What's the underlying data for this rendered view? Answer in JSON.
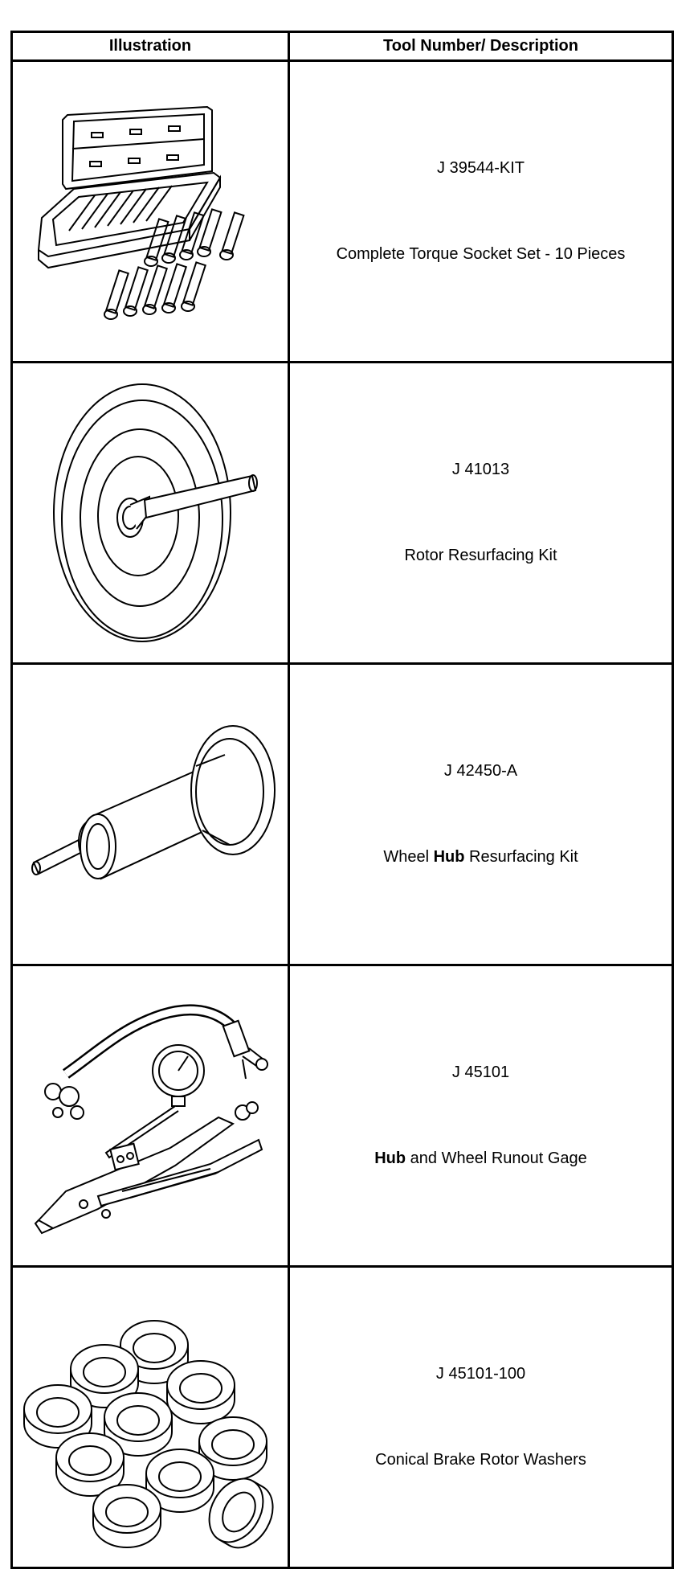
{
  "table": {
    "headers": {
      "illustration": "Illustration",
      "tool": "Tool Number/ Description"
    },
    "rows": [
      {
        "tool_number": "J 39544-KIT",
        "description_parts": [
          "Complete Torque Socket Set - 10 Pieces"
        ],
        "icon": "torque-socket-set-icon"
      },
      {
        "tool_number": "J 41013",
        "description_parts": [
          "Rotor Resurfacing Kit"
        ],
        "icon": "rotor-resurfacing-kit-icon"
      },
      {
        "tool_number": "J 42450-A",
        "description_parts": [
          "Wheel ",
          "Hub",
          " Resurfacing Kit"
        ],
        "icon": "wheel-hub-resurfacing-kit-icon"
      },
      {
        "tool_number": "J 45101",
        "description_parts": [
          "Hub",
          " and Wheel Runout Gage"
        ],
        "icon": "runout-gage-icon"
      },
      {
        "tool_number": "J 45101-100",
        "description_parts": [
          "Conical Brake Rotor Washers"
        ],
        "icon": "conical-washers-icon"
      }
    ]
  }
}
